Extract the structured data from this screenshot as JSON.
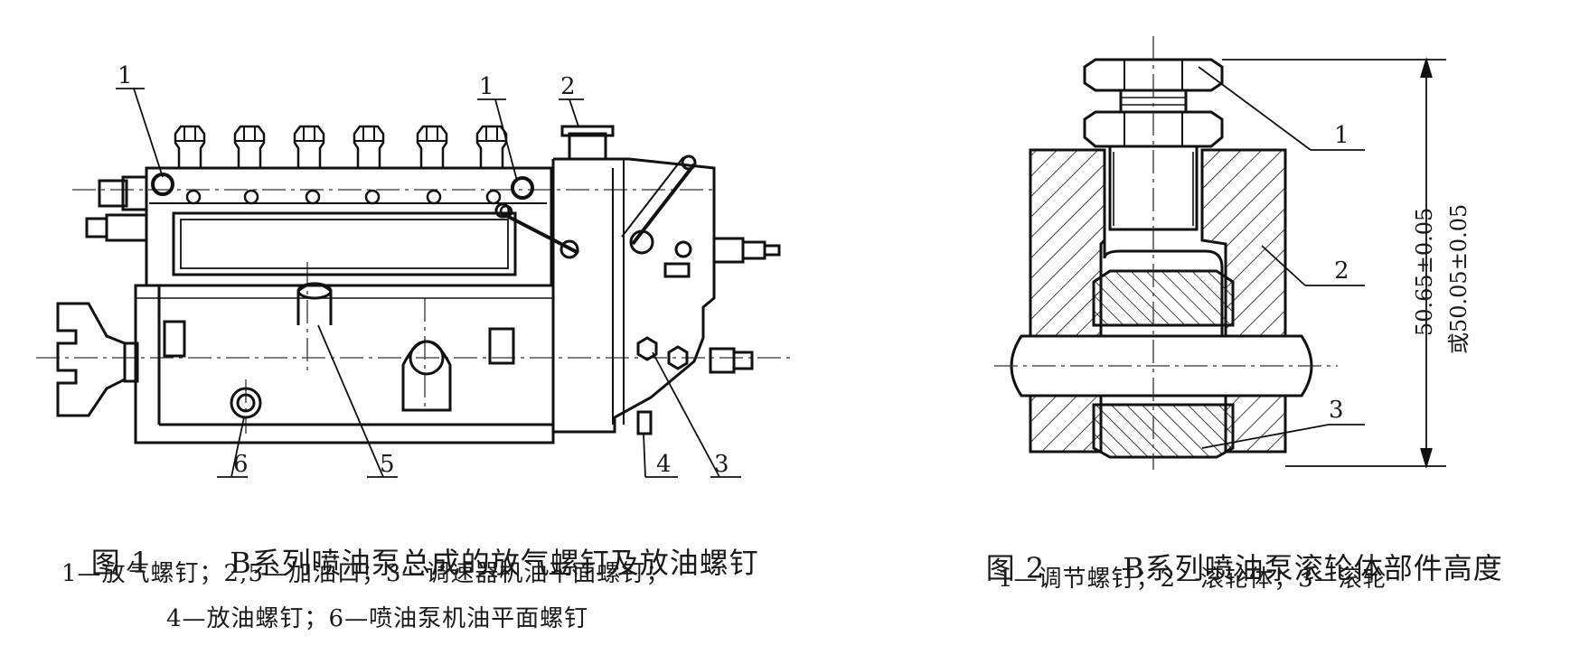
{
  "figures": [
    {
      "id": "fig1",
      "number": "图 1",
      "title": "B系列喷油泵总成的放气螺钉及放油螺钉",
      "legend_lines": [
        "1—放气螺钉；2,5—加油口；3—调速器机油平面螺钉；",
        "4—放油螺钉；6—喷油泵机油平面螺钉"
      ],
      "callouts": [
        "1",
        "1",
        "2",
        "3",
        "4",
        "5",
        "6"
      ]
    },
    {
      "id": "fig2",
      "number": "图 2",
      "title": "B系列喷油泵滚轮体部件高度",
      "legend_lines": [
        "1—调节螺钉；2—滚轮体；3—滚轮"
      ],
      "callouts": [
        "1",
        "2",
        "3"
      ],
      "dimension": {
        "primary": "50.65±0.05",
        "alternate": "或50.05±0.05"
      }
    }
  ]
}
